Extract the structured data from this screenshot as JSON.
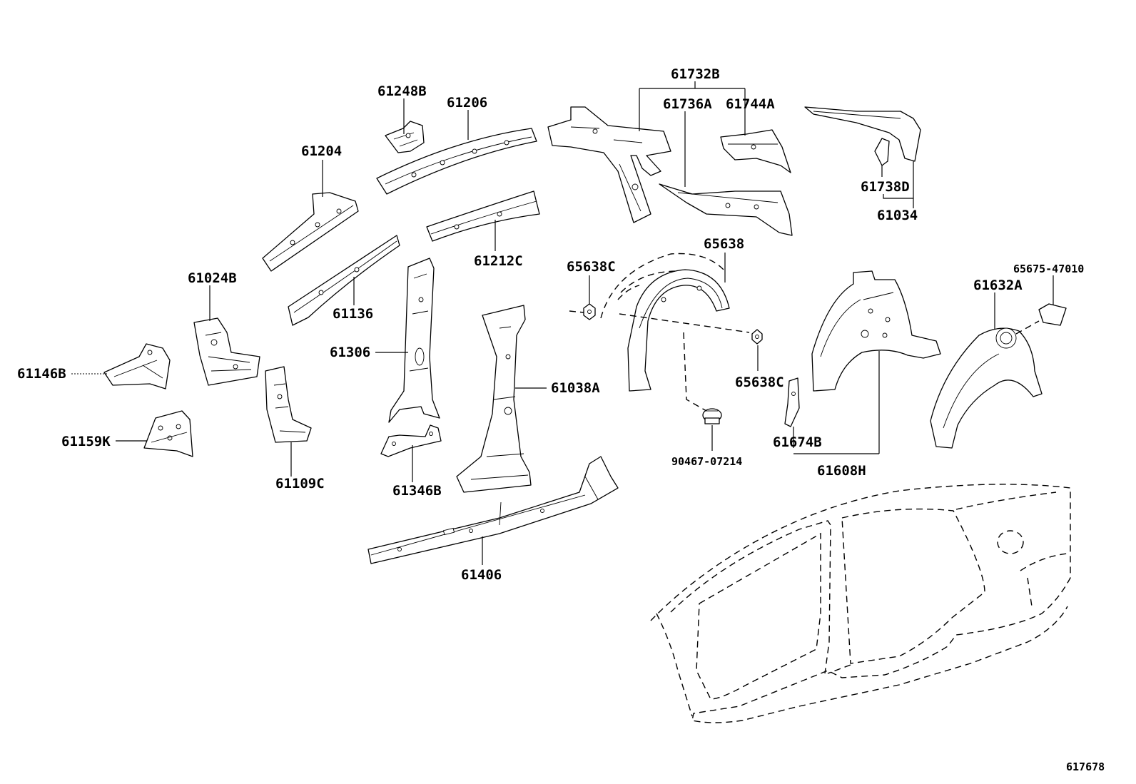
{
  "labels": {
    "p61248B": "61248B",
    "p61206": "61206",
    "p61204": "61204",
    "p61212C": "61212C",
    "p61136": "61136",
    "p61024B": "61024B",
    "p61146B": "61146B",
    "p61159K": "61159K",
    "p61109C": "61109C",
    "p61306": "61306",
    "p61346B": "61346B",
    "p61038A": "61038A",
    "p61406": "61406",
    "p61732B": "61732B",
    "p61736A": "61736A",
    "p61744A": "61744A",
    "p61738D": "61738D",
    "p61034": "61034",
    "p65638C_a": "65638C",
    "p65638": "65638",
    "p65638C_b": "65638C",
    "p90467": "90467-07214",
    "p61674B": "61674B",
    "p61608H": "61608H",
    "p65675": "65675-47010",
    "p61632A": "61632A",
    "diagram_id": "617678"
  }
}
